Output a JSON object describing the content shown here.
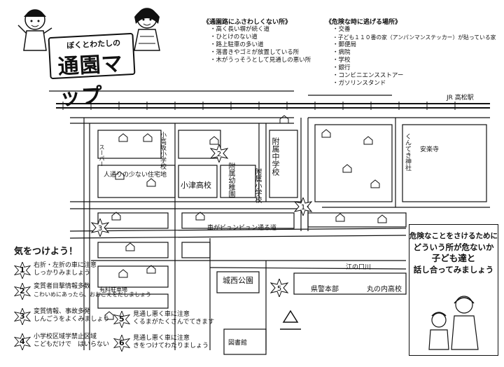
{
  "title": {
    "subtitle": "ぼくとわたしの",
    "main": "通園マップ"
  },
  "unsafe_places": {
    "heading": "《通園路にふさわしくない所》",
    "items": [
      "・高く長い塀が続く道",
      "・ひとけのない道",
      "・路上駐車の多い道",
      "・落書きやゴミが放置している所",
      "・木がうっそうとして見通しの悪い所"
    ]
  },
  "refuge_places": {
    "heading": "《危険な時に逃げる場所》",
    "items": [
      "・交番",
      "・子ども１１０番の家（アンパンマンステッカー）が貼っている家",
      "・郵便局",
      "・病院",
      "・学校",
      "・銀行",
      "・コンビニエンスストアー",
      "・ガソリンスタンド"
    ]
  },
  "map_labels": {
    "rail": "JR 高松駅",
    "school_middle": "附属中学校",
    "school_elementary": "附属小学校",
    "kindergarten": "附属幼稚園",
    "high_school": "小津高校",
    "small_school": "小高坂小学校",
    "residential": "人通りの少ない住宅地",
    "store": "スーパー",
    "shrine": "くんてき神社",
    "temple": "安楽寺",
    "street_bus": "車がビュンビュン通る道",
    "castle_park": "城西公園",
    "prefectural_police": "県警本部",
    "marunouchi": "丸の内高校",
    "enokuchi": "江の口川",
    "library": "図書館",
    "parking": "有料駐車場"
  },
  "tips": {
    "heading": "気をつけよう！",
    "items": [
      {
        "num": "1",
        "line1": "右折・左折の車に注意",
        "line2": "しっかりみましょう"
      },
      {
        "num": "2",
        "line1": "変質者目撃情報多数",
        "line2": "こわいめにあったら、おおごえをだしましょう"
      },
      {
        "num": "3",
        "line1": "変質情報、事故多発",
        "line2": "しんごうをよくみましょう"
      },
      {
        "num": "4",
        "line1": "小学校区域学禁止区域",
        "line2": "こどもだけで　はいらない"
      },
      {
        "num": "5",
        "line1": "見通し悪く車に注意",
        "line2": "くるまがたくさんでてきます"
      },
      {
        "num": "6",
        "line1": "見通し悪く車に注意",
        "line2": "きをつけてわたりましょう"
      }
    ]
  },
  "message": [
    "危険なことをさけるために",
    "どういう所が危ないか",
    "子ども達と",
    "話し合ってみましょう"
  ],
  "colors": {
    "ink": "#111111",
    "paper": "#ffffff"
  }
}
